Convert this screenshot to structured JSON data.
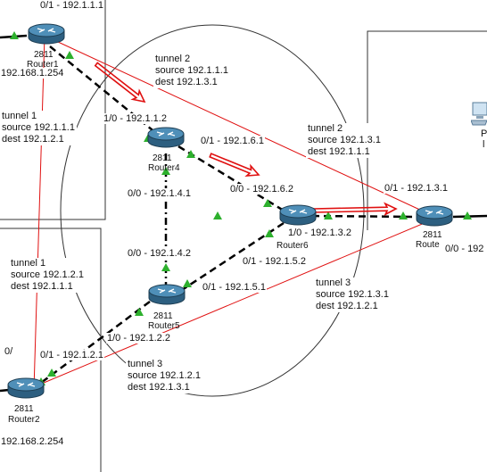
{
  "colors": {
    "tunnel_line": "#e01010",
    "arrow": "#e01010",
    "link_up": "#2db02d",
    "router_top": "#4f8fb8",
    "router_side": "#2d5f80",
    "link": "#000000"
  },
  "routers": {
    "router1": {
      "model": "2811",
      "name": "Router1",
      "lan": "192.168.1.254"
    },
    "router2": {
      "model": "2811",
      "name": "Router2",
      "lan": "192.168.2.254"
    },
    "router3": {
      "model": "2811",
      "name": "Route"
    },
    "router4": {
      "model": "2811",
      "name": "Router4"
    },
    "router5": {
      "model": "2811",
      "name": "Router5"
    },
    "router6": {
      "name": "Router6"
    }
  },
  "interfaces": {
    "r1_top": "0/1 - 192.1.1.1",
    "r4_left": "1/0 - 192.1.1.2",
    "r4_right": "0/1 - 192.1.6.1",
    "r4_down": "0/0 - 192.1.4.1",
    "r6_left": "0/0 - 192.1.6.2",
    "r6_right": "1/0 - 192.1.3.2",
    "r6_down": "0/1 - 192.1.5.2",
    "r3_left": "0/1 - 192.1.3.1",
    "r3_right": "0/0 - 192",
    "r5_up": "0/0 - 192.1.4.2",
    "r5_right": "0/1 - 192.1.5.1",
    "r5_left": "1/0 - 192.1.2.2",
    "r2_up": "0/1 - 192.1.2.1",
    "r2_frag": "0/"
  },
  "tunnels": {
    "t2_r1": "tunnel 2\nsource 192.1.1.1\ndest 192.1.3.1",
    "t1_r1": "tunnel 1\nsource 192.1.1.1\ndest 192.1.2.1",
    "t2_r3": "tunnel 2\nsource 192.1.3.1\ndest 192.1.1.1",
    "t1_r2": "tunnel 1\nsource 192.1.2.1\ndest 192.1.1.1",
    "t3_r3": "tunnel 3\nsource 192.1.3.1\ndest 192.1.2.1",
    "t3_r2": "tunnel 3\nsource 192.1.2.1\ndest 192.1.3.1"
  },
  "pc": {
    "label_1": "P",
    "label_2": "l"
  }
}
